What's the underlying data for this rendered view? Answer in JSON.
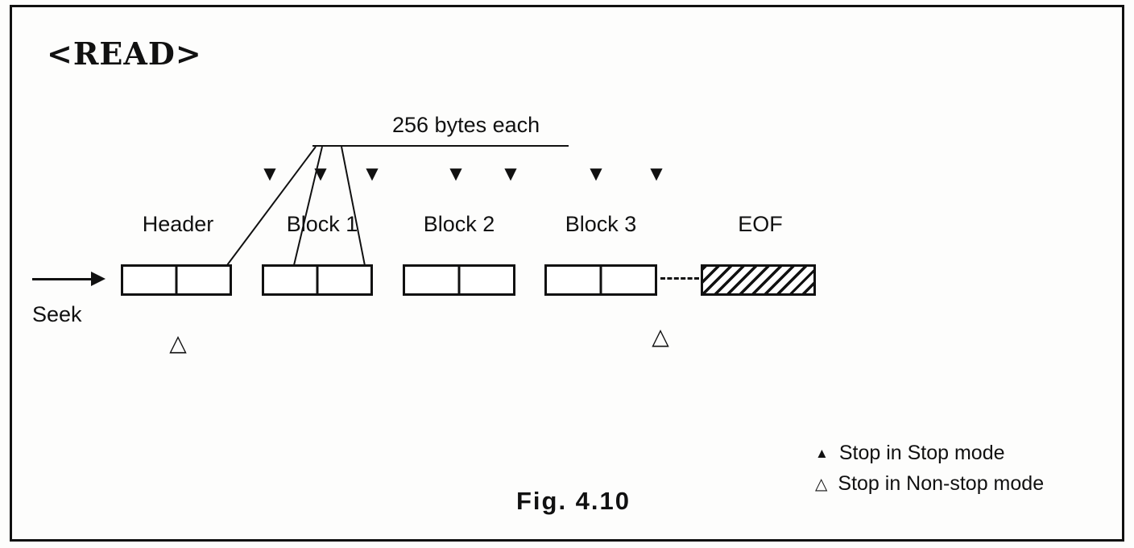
{
  "diagram": {
    "title": "<READ>",
    "bytes_label": "256 bytes each",
    "seek_label": "Seek",
    "caption": "Fig. 4.10",
    "segments": [
      {
        "label": "Header"
      },
      {
        "label": "Block 1"
      },
      {
        "label": "Block 2"
      },
      {
        "label": "Block 3"
      },
      {
        "label": "EOF"
      }
    ],
    "icons": {
      "stop_marker": "▼",
      "nonstop_marker": "△"
    },
    "legend": [
      {
        "glyph": "▲",
        "label": "Stop in Stop mode"
      },
      {
        "glyph": "△",
        "label": "Stop in Non-stop mode"
      }
    ],
    "colors": {
      "ink": "#111111",
      "paper": "#fdfdfc"
    }
  }
}
